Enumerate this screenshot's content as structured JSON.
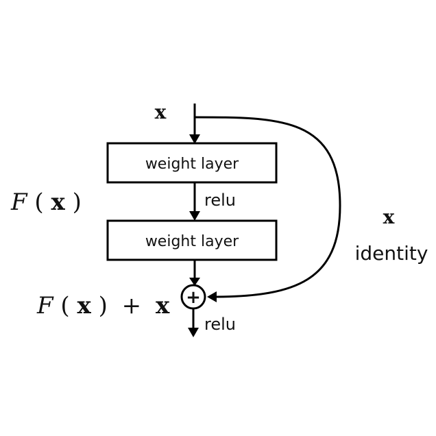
{
  "diagram": {
    "input_label": "x",
    "layer1_label": "weight layer",
    "layer2_label": "weight layer",
    "relu1_label": "relu",
    "relu2_label": "relu",
    "residual_label": {
      "f": "F",
      "open": "(",
      "x": "x",
      "close": ")"
    },
    "sum_label": {
      "f": "F",
      "open": "(",
      "x": "x",
      "close": ")",
      "plus": "+",
      "x2": "x"
    },
    "shortcut_x_label": "x",
    "identity_label": "identity",
    "sum_symbol": "+"
  }
}
